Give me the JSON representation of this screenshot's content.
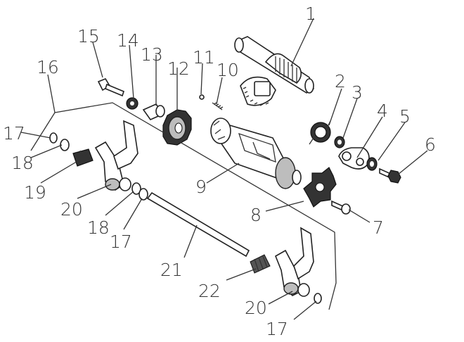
{
  "diagram": {
    "parts": [
      {
        "id": "p1",
        "label": "1"
      },
      {
        "id": "p2",
        "label": "2"
      },
      {
        "id": "p3",
        "label": "3"
      },
      {
        "id": "p4",
        "label": "4"
      },
      {
        "id": "p5",
        "label": "5"
      },
      {
        "id": "p6",
        "label": "6"
      },
      {
        "id": "p7",
        "label": "7"
      },
      {
        "id": "p8",
        "label": "8"
      },
      {
        "id": "p9",
        "label": "9"
      },
      {
        "id": "p10",
        "label": "10"
      },
      {
        "id": "p11",
        "label": "11"
      },
      {
        "id": "p12",
        "label": "12"
      },
      {
        "id": "p13",
        "label": "13"
      },
      {
        "id": "p14",
        "label": "14"
      },
      {
        "id": "p15",
        "label": "15"
      },
      {
        "id": "p16",
        "label": "16"
      },
      {
        "id": "p17a",
        "label": "17"
      },
      {
        "id": "p18a",
        "label": "18"
      },
      {
        "id": "p19",
        "label": "19"
      },
      {
        "id": "p20a",
        "label": "20"
      },
      {
        "id": "p18b",
        "label": "18"
      },
      {
        "id": "p17b",
        "label": "17"
      },
      {
        "id": "p21",
        "label": "21"
      },
      {
        "id": "p22",
        "label": "22"
      },
      {
        "id": "p20b",
        "label": "20"
      },
      {
        "id": "p17c",
        "label": "17"
      }
    ]
  }
}
